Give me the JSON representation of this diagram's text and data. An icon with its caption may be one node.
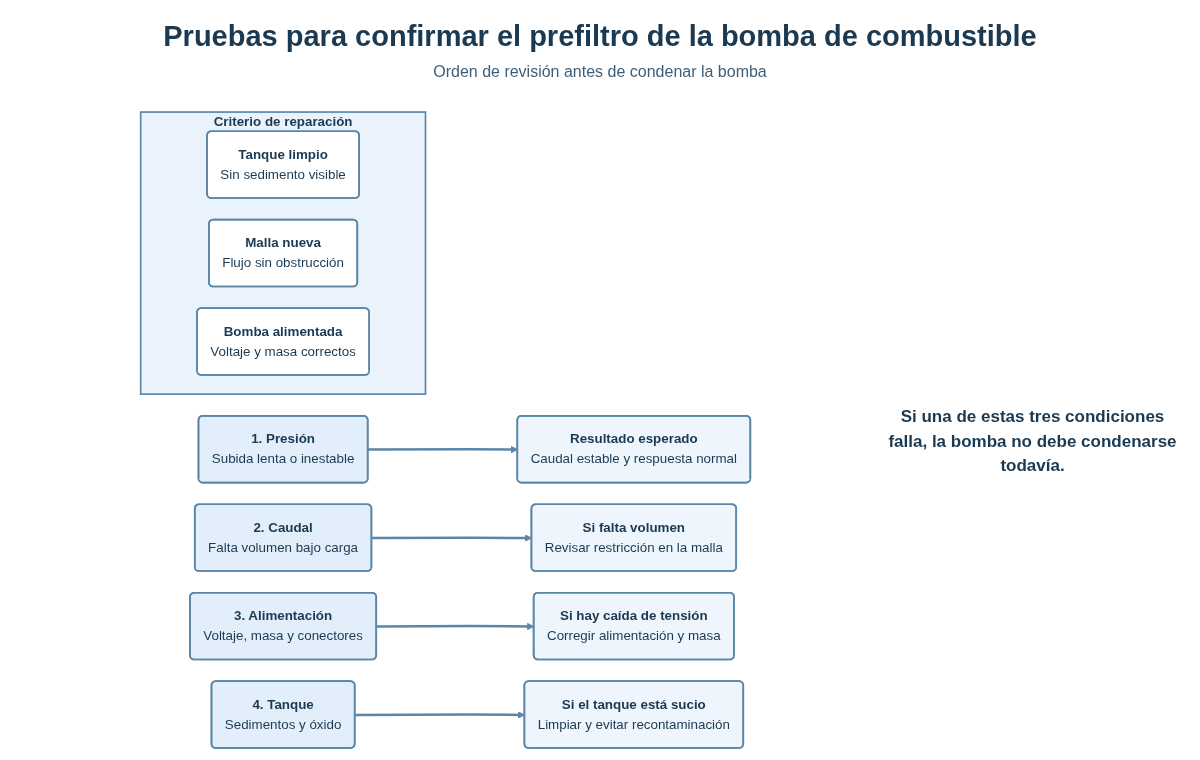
{
  "diagram": {
    "title": "Pruebas para confirmar el prefiltro de la bomba de combustible",
    "nodes": [
      {
        "text": [
          "1. Presión",
          "Subida lenta o inestable"
        ]
      },
      {
        "text": [
          "Resultado esperado",
          "Caudal estable y respuesta normal"
        ]
      },
      {
        "text": [
          "2. Caudal",
          "Falta volumen bajo carga"
        ]
      },
      {
        "text": [
          "Si falta volumen",
          "Revisar restricción en la malla"
        ]
      },
      {
        "text": [
          "3. Alimentación",
          "Voltaje, masa y conectores"
        ]
      },
      {
        "text": [
          "Si hay caída de tensión",
          "Corregir alimentación y masa"
        ]
      },
      {
        "text": [
          "4. Tanque",
          "Sedimentos y óxido"
        ]
      },
      {
        "text": [
          "Si el tanque está sucio",
          "Limpiar y evitar recontaminación"
        ]
      },
      {
        "text": [
          "Criterio de reparación"
        ]
      },
      {
        "text": [
          "Tanque limpio",
          "Sin sedimento visible"
        ],
        "in": 8
      },
      {
        "text": [
          "Malla nueva",
          "Flujo sin obstrucción"
        ],
        "in": 8
      },
      {
        "text": [
          "Bomba alimentada",
          "Voltaje y masa correctos"
        ],
        "in": 8
      }
    ],
    "edges": [
      {
        "from": 0,
        "to": 1,
        "arrow": "to"
      },
      {
        "from": 2,
        "to": 3,
        "arrow": "to"
      },
      {
        "from": 4,
        "to": 5,
        "arrow": "to"
      },
      {
        "from": 6,
        "to": 7,
        "arrow": "to"
      }
    ],
    "labels": [
      "Orden de revisión antes de condenar la bomba",
      "Si una de estas tres condiciones falla, la bomba no debe condenarse todavía."
    ]
  }
}
